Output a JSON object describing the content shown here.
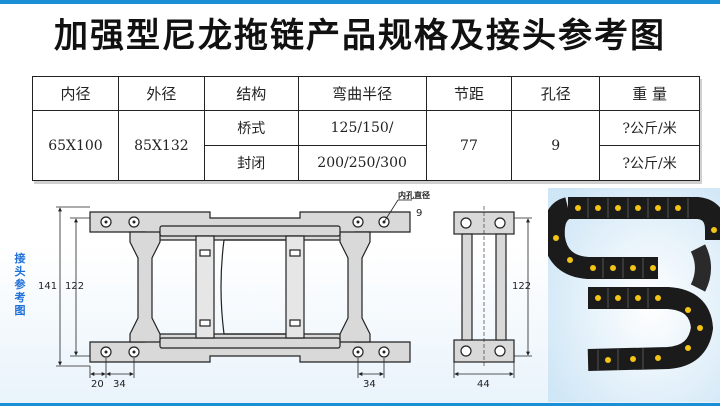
{
  "title": "加强型尼龙拖链产品规格及接头参考图",
  "table": {
    "headers": [
      "内径",
      "外径",
      "结构",
      "弯曲半径",
      "节距",
      "孔径",
      "重 量"
    ],
    "inner_dia": "65X100",
    "outer_dia": "85X132",
    "struct_1": "桥式",
    "struct_2": "封闭",
    "bend_radius_1": "125/150/",
    "bend_radius_2": "200/250/300",
    "pitch": "77",
    "hole": "9",
    "weight_1": "?公斤/米",
    "weight_2": "?公斤/米"
  },
  "side_label": [
    "接",
    "头",
    "参",
    "考",
    "图"
  ],
  "drawing": {
    "dim_141": "141",
    "dim_122": "122",
    "dim_20": "20",
    "dim_34_left": "34",
    "dim_34_right": "34",
    "hole_label": "内孔直径",
    "hole_value": "9",
    "side_dim_122": "122",
    "side_dim_44": "44"
  },
  "colors": {
    "accent_blue": "#1a8fd6",
    "side_label": "#1e6fd8",
    "chain_yellow": "#f3c316"
  }
}
